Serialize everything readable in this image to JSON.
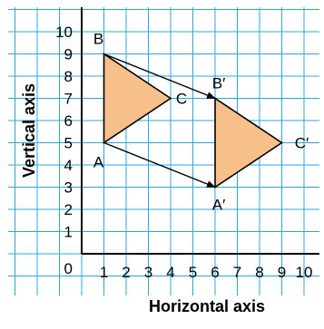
{
  "diagram": {
    "axes": {
      "x_title": "Horizontal axis",
      "y_title": "Vertical axis",
      "origin_label": "0",
      "x_ticks": [
        "1",
        "2",
        "3",
        "4",
        "5",
        "6",
        "7",
        "8",
        "9",
        "10"
      ],
      "y_ticks": [
        "1",
        "2",
        "3",
        "4",
        "5",
        "6",
        "7",
        "8",
        "9",
        "10"
      ],
      "x_range": [
        0,
        10
      ],
      "y_range": [
        0,
        10
      ]
    },
    "colors": {
      "grid": "#2aa8d8",
      "fill": "#f7c08a",
      "stroke": "#000000"
    },
    "triangles": [
      {
        "name": "original",
        "vertices": [
          {
            "label": "A",
            "x": 1,
            "y": 5
          },
          {
            "label": "B",
            "x": 1,
            "y": 9
          },
          {
            "label": "C",
            "x": 4,
            "y": 7
          }
        ]
      },
      {
        "name": "image",
        "vertices": [
          {
            "label": "A′",
            "x": 6,
            "y": 3
          },
          {
            "label": "B′",
            "x": 6,
            "y": 7
          },
          {
            "label": "C′",
            "x": 9,
            "y": 5
          }
        ]
      }
    ],
    "arrows": [
      {
        "from": [
          1,
          9
        ],
        "to": [
          6,
          7
        ]
      },
      {
        "from": [
          1,
          5
        ],
        "to": [
          6,
          3
        ]
      }
    ]
  }
}
